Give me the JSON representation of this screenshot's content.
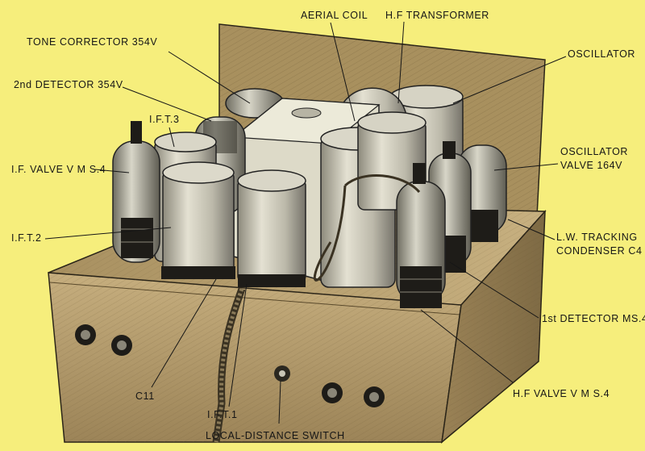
{
  "colors": {
    "background": "#f6ee7c",
    "ink": "#161616",
    "metal": "#c9c6b6",
    "wood": "#b29a6a"
  },
  "labels": {
    "aerial_coil": "AERIAL COIL",
    "hf_transformer": "H.F TRANSFORMER",
    "tone_corrector": "TONE CORRECTOR 354V",
    "oscillator": "OSCILLATOR",
    "second_detector": "2nd DETECTOR 354V",
    "ift3": "I.F.T.3",
    "if_valve": "I.F. VALVE V M S.4",
    "oscillator_valve_line1": "OSCILLATOR",
    "oscillator_valve_line2": "VALVE 164V",
    "ift2": "I.F.T.2",
    "lw_tracking_line1": "L.W. TRACKING",
    "lw_tracking_line2": "CONDENSER C4",
    "first_detector": "1st DETECTOR MS.4",
    "hf_valve": "H.F VALVE V M S.4",
    "c11": "C11",
    "ift1": "I.F.T.1",
    "local_distance_switch": "LOCAL-DISTANCE SWITCH"
  }
}
